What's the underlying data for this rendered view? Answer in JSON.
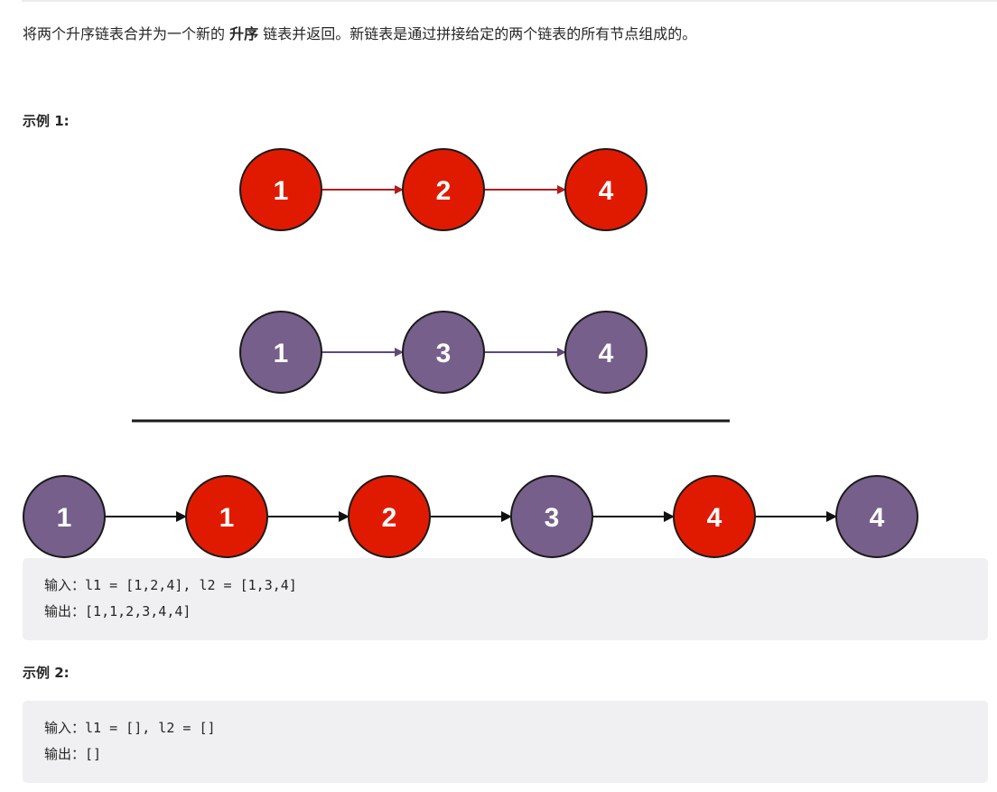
{
  "description": {
    "part1": "将两个升序链表合并为一个新的 ",
    "bold": "升序",
    "part2": " 链表并返回。新链表是通过拼接给定的两个链表的所有节点组成的。"
  },
  "examples": [
    {
      "title": "示例 1:",
      "input_label": "输入：",
      "input": "l1 = [1,2,4], l2 = [1,3,4]",
      "output_label": "输出：",
      "output": "[1,1,2,3,4,4]"
    },
    {
      "title": "示例 2:",
      "input_label": "输入：",
      "input": "l1 = [], l2 = []",
      "output_label": "输出：",
      "output": "[]"
    }
  ],
  "figure": {
    "list1": [
      "1",
      "2",
      "4"
    ],
    "list2": [
      "1",
      "3",
      "4"
    ],
    "merged": [
      "1",
      "1",
      "2",
      "3",
      "4",
      "4"
    ],
    "merged_source": [
      "l2",
      "l1",
      "l1",
      "l2",
      "l1",
      "l2"
    ],
    "colors": {
      "l1_fill": "#e01a00",
      "l1_edge": "#b01d1d",
      "l2_fill": "#765f8a",
      "l2_edge": "#5e4a78",
      "merged_edge": "#111111"
    }
  }
}
